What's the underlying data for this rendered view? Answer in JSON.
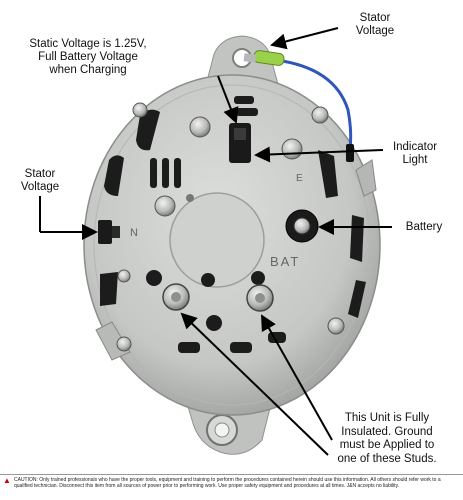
{
  "labels": {
    "stator_top": [
      "Stator",
      "Voltage"
    ],
    "static_voltage": [
      "Static Voltage is 1.25V,",
      "Full Battery Voltage",
      "when Charging"
    ],
    "indicator": [
      "Indicator",
      "Light"
    ],
    "stator_left": [
      "Stator",
      "Voltage"
    ],
    "battery": [
      "Battery"
    ],
    "insulated": [
      "This Unit is Fully",
      "Insulated.  Ground",
      "must be Applied to",
      "one of these Studs."
    ]
  },
  "stamps": {
    "n": "N",
    "e": "E",
    "bat": "BAT"
  },
  "caution": {
    "icon": "warning-triangle-icon",
    "text": "CAUTION: Only trained professionals who have the proper tools, equipment and training to perform the procedures contained herein should use this information. All others should refer work to a qualified technician. Disconnect this item from all sources of power prior to performing work. Use proper safety equipment and procedures at all times. J&N accepts no liability."
  },
  "colors": {
    "housing": "#c9cbc8",
    "housing_dark": "#9ea19d",
    "connector": "#1a1a1a",
    "wire_blue": "#2f56b8",
    "boot_green": "#9bd14a",
    "arrow": "#000000"
  }
}
